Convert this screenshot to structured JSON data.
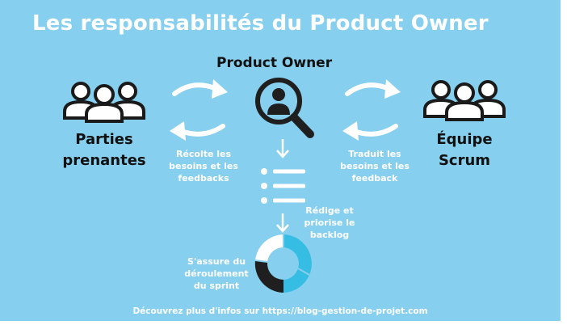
{
  "title": "Les responsabilités du Product Owner",
  "product_owner": "Product Owner",
  "stakeholders": {
    "line1": "Parties",
    "line2": "prenantes"
  },
  "team": {
    "line1": "Équipe",
    "line2": "Scrum"
  },
  "left_caption": {
    "line1": "Récolte les",
    "line2": "besoins et les",
    "line3": "feedbacks"
  },
  "right_caption": {
    "line1": "Traduit les",
    "line2": "besoins et les",
    "line3": "feedback"
  },
  "backlog_caption": {
    "line1": "Rédige et",
    "line2": "priorise le",
    "line3": "backlog"
  },
  "sprint_caption": {
    "line1": "S'assure du",
    "line2": "déroulement",
    "line3": "du sprint"
  },
  "footer": "Découvrez plus d'infos sur https://blog-gestion-de-projet.com",
  "colors": {
    "background": "#87cfee",
    "dark": "#1f1f1f",
    "accent": "#35bde3",
    "white": "#ffffff"
  }
}
